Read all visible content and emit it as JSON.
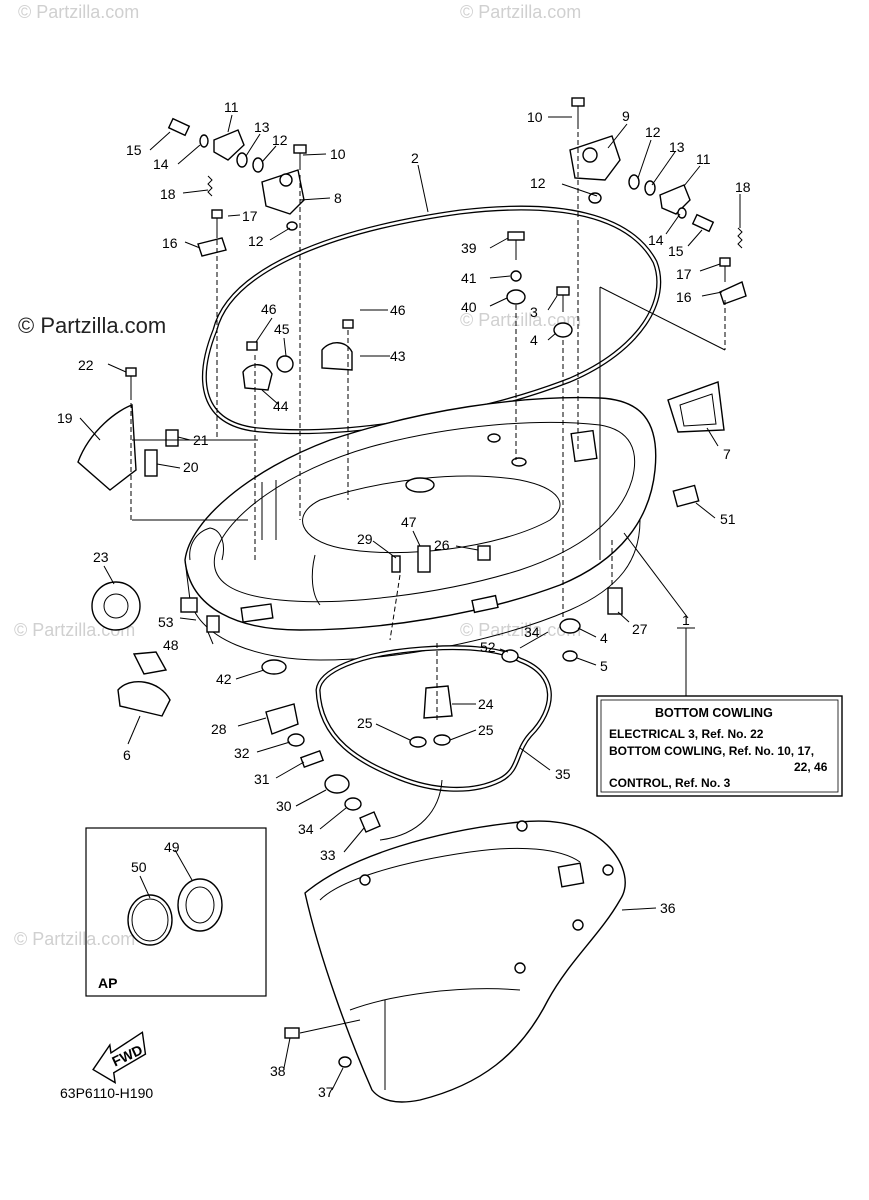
{
  "watermarks": {
    "small": "© Partzilla.com",
    "large": "© Partzilla.com"
  },
  "callouts": [
    "1",
    "2",
    "3",
    "4",
    "4",
    "5",
    "6",
    "7",
    "8",
    "9",
    "10",
    "10",
    "11",
    "11",
    "12",
    "12",
    "12",
    "12",
    "13",
    "13",
    "14",
    "14",
    "15",
    "15",
    "16",
    "16",
    "17",
    "17",
    "18",
    "18",
    "19",
    "20",
    "21",
    "22",
    "23",
    "24",
    "25",
    "25",
    "26",
    "27",
    "28",
    "29",
    "30",
    "31",
    "32",
    "33",
    "34",
    "34",
    "35",
    "36",
    "37",
    "38",
    "39",
    "40",
    "41",
    "42",
    "43",
    "44",
    "45",
    "46",
    "46",
    "47",
    "48",
    "49",
    "50",
    "51",
    "52",
    "53"
  ],
  "note_box": {
    "title": "BOTTOM COWLING",
    "lines": [
      "ELECTRICAL 3,  Ref. No. 22",
      "BOTTOM COWLING,  Ref. No. 10, 17,",
      "22, 46",
      "CONTROL,  Ref. No. 3"
    ]
  },
  "inset": {
    "label": "AP"
  },
  "fwd_arrow": {
    "label": "FWD"
  },
  "diagram_code": "63P6110-H190"
}
